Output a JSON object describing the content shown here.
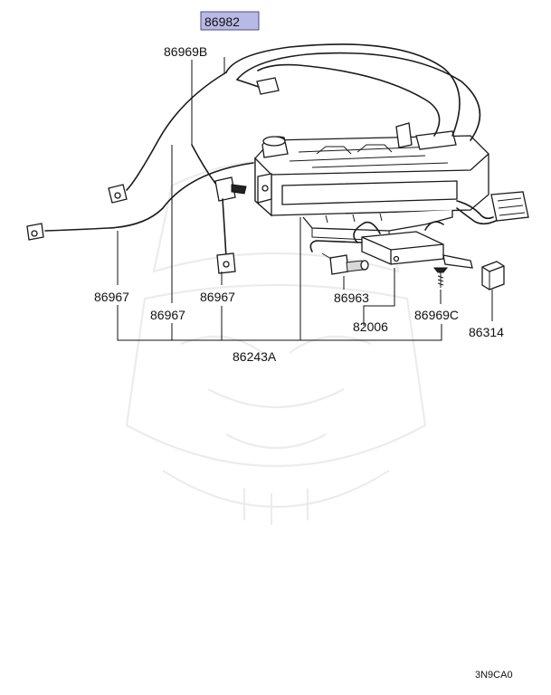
{
  "callouts": {
    "top_part": "86982",
    "bracket_left": "86969B",
    "cable_left": "86967",
    "cable_mid_low": "86967",
    "cable_mid": "86967",
    "bulb": "86963",
    "bracket_right": "86969C",
    "resistor": "82006",
    "knob": "86314",
    "assembly": "86243A"
  },
  "corner_code": "3N9CA0",
  "colors": {
    "highlight": "#b9b9e6",
    "line": "#1a1a1a"
  }
}
